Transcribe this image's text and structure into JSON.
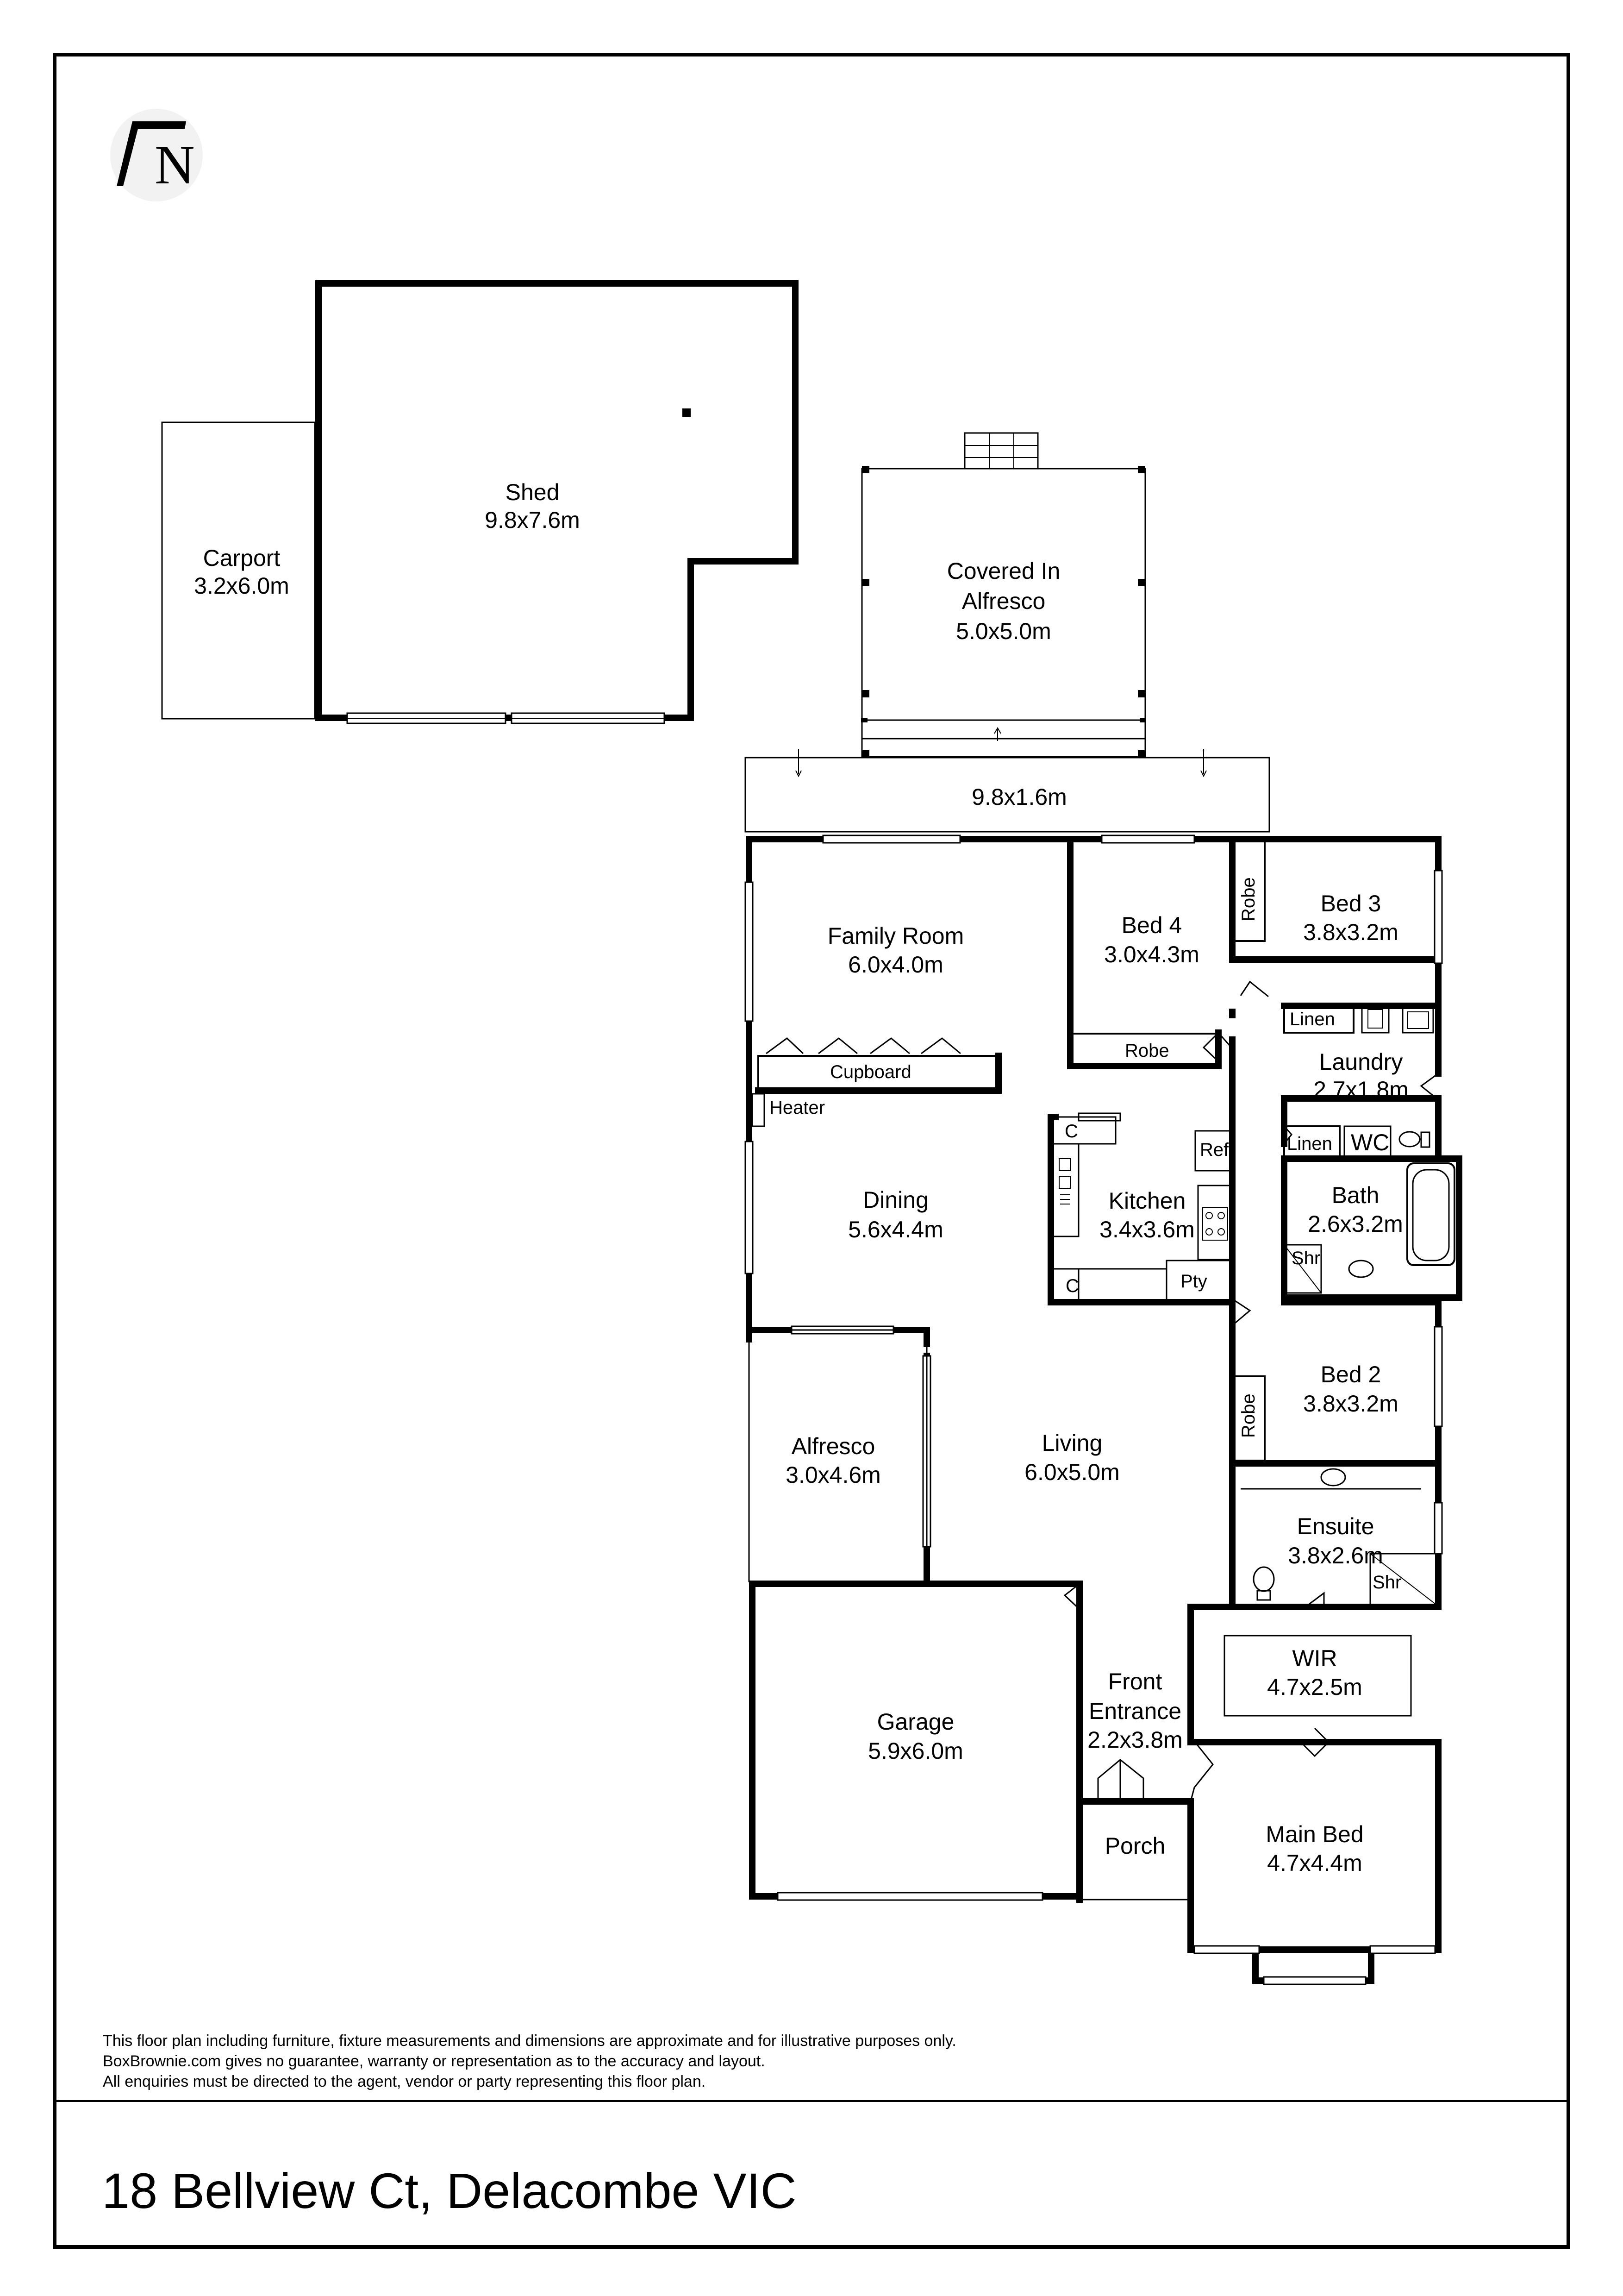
{
  "compass": {
    "letter": "N"
  },
  "rooms": {
    "carport": {
      "name": "Carport",
      "dims": "3.2x6.0m"
    },
    "shed": {
      "name": "Shed",
      "dims": "9.8x7.6m"
    },
    "covered_alfresco": {
      "line1": "Covered In",
      "line2": "Alfresco",
      "dims": "5.0x5.0m"
    },
    "deck": {
      "dims": "9.8x1.6m"
    },
    "family_room": {
      "name": "Family Room",
      "dims": "6.0x4.0m"
    },
    "bed4": {
      "name": "Bed 4",
      "dims": "3.0x4.3m"
    },
    "bed3": {
      "name": "Bed 3",
      "dims": "3.8x3.2m"
    },
    "laundry": {
      "name": "Laundry",
      "dims": "2.7x1.8m"
    },
    "wc": {
      "name": "WC"
    },
    "bath": {
      "name": "Bath",
      "dims": "2.6x3.2m"
    },
    "dining": {
      "name": "Dining",
      "dims": "5.6x4.4m"
    },
    "kitchen": {
      "name": "Kitchen",
      "dims": "3.4x3.6m"
    },
    "alfresco": {
      "name": "Alfresco",
      "dims": "3.0x4.6m"
    },
    "living": {
      "name": "Living",
      "dims": "6.0x5.0m"
    },
    "bed2": {
      "name": "Bed 2",
      "dims": "3.8x3.2m"
    },
    "ensuite": {
      "name": "Ensuite",
      "dims": "3.8x2.6m"
    },
    "wir": {
      "name": "WIR",
      "dims": "4.7x2.5m"
    },
    "garage": {
      "name": "Garage",
      "dims": "5.9x6.0m"
    },
    "front_entrance": {
      "line1": "Front",
      "line2": "Entrance",
      "dims": "2.2x3.8m"
    },
    "porch": {
      "name": "Porch"
    },
    "main_bed": {
      "name": "Main Bed",
      "dims": "4.7x4.4m"
    }
  },
  "fixtures": {
    "robe": "Robe",
    "linen": "Linen",
    "cupboard": "Cupboard",
    "heater": "Heater",
    "ref": "Ref",
    "pantry": "Pty",
    "cupboard_c": "C",
    "shower": "Shr"
  },
  "disclaimer": {
    "line1": "This floor plan including furniture, fixture measurements and dimensions are approximate and for illustrative purposes only.",
    "line2": "BoxBrownie.com gives no guarantee, warranty or representation as to the accuracy and layout.",
    "line3": "All enquiries must be directed to the agent, vendor or party representing this floor plan."
  },
  "address": "18 Bellview Ct, Delacombe VIC"
}
